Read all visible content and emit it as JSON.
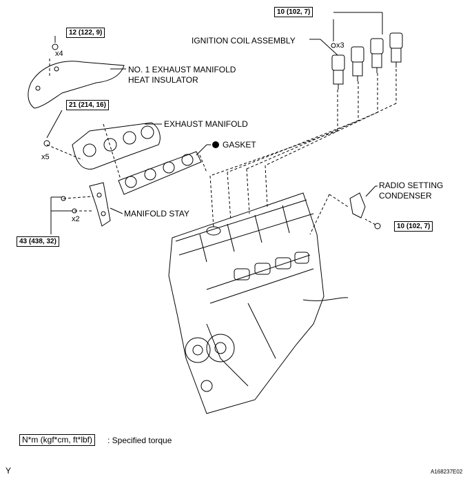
{
  "torques": {
    "coil": "10 (102, 7)",
    "insulator": "12 (122, 9)",
    "manifold": "21 (214, 16)",
    "stay": "43 (438, 32)",
    "condenser": "10 (102, 7)"
  },
  "qty": {
    "x3": "x3",
    "x4": "x4",
    "x5": "x5",
    "x2": "x2"
  },
  "labels": {
    "ignition_coil": "IGNITION COIL ASSEMBLY",
    "heat_insulator_1": "NO. 1 EXHAUST MANIFOLD",
    "heat_insulator_2": "HEAT INSULATOR",
    "exhaust_manifold": "EXHAUST MANIFOLD",
    "gasket": "GASKET",
    "manifold_stay": "MANIFOLD STAY",
    "radio_condenser_1": "RADIO SETTING",
    "radio_condenser_2": "CONDENSER"
  },
  "legend": {
    "unit_box": "N*m (kgf*cm, ft*lbf)",
    "desc": ": Specified torque"
  },
  "footer": {
    "left_mark": "Y",
    "code": "A168237E02"
  }
}
